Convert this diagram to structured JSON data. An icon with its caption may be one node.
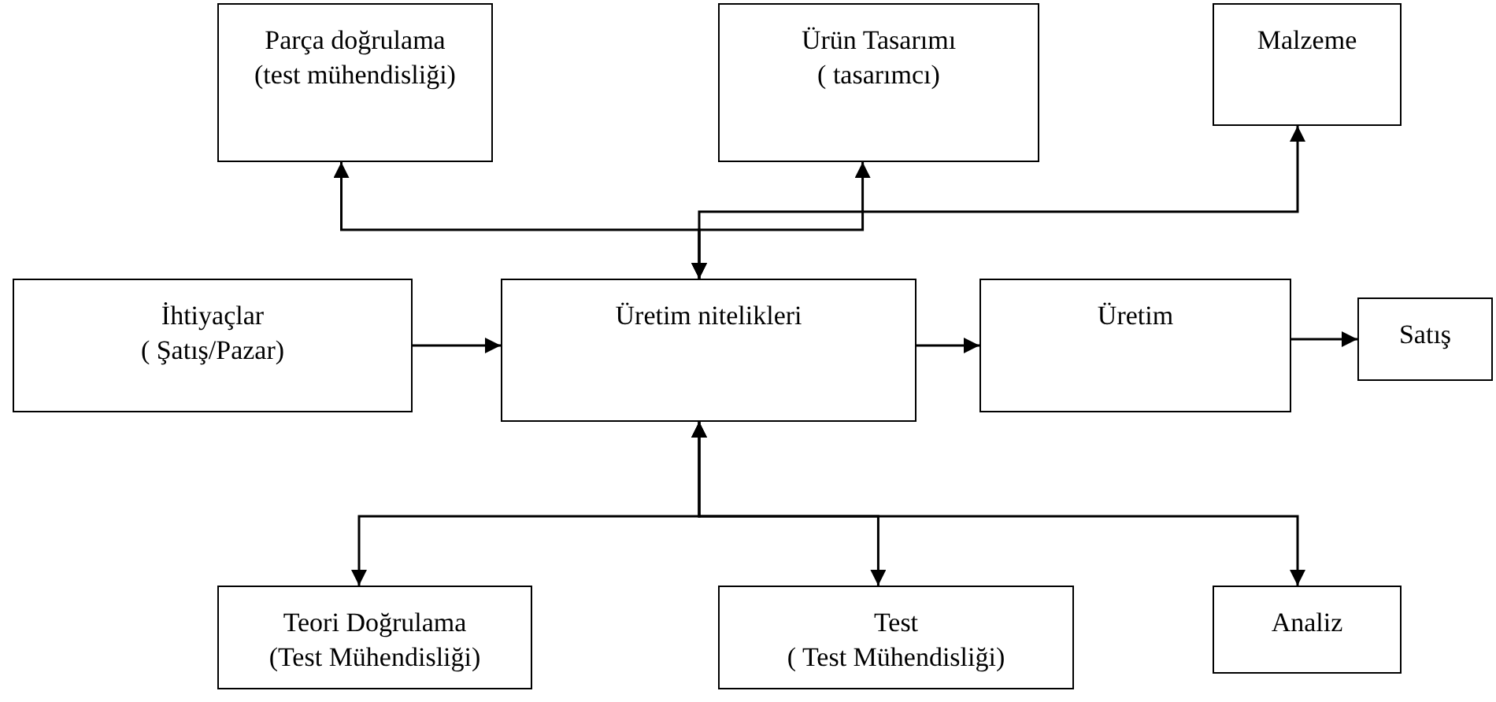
{
  "diagram": {
    "nodes": [
      {
        "text": [
          "Parça doğrulama",
          "(test mühendisliği)"
        ]
      },
      {
        "text": [
          "Ürün Tasarımı",
          "( tasarımcı)"
        ]
      },
      {
        "text": [
          "Malzeme"
        ]
      },
      {
        "text": [
          "İhtiyaçlar",
          "( Şatış/Pazar)"
        ]
      },
      {
        "text": [
          "Üretim nitelikleri"
        ]
      },
      {
        "text": [
          "Üretim"
        ]
      },
      {
        "text": [
          "Satış"
        ]
      },
      {
        "text": [
          "Teori Doğrulama",
          "(Test Mühendisliği)"
        ]
      },
      {
        "text": [
          "Test",
          "( Test Mühendisliği)"
        ]
      },
      {
        "text": [
          "Analiz"
        ]
      }
    ],
    "edges": [
      {
        "from": 4,
        "to": 0,
        "arrow": "both"
      },
      {
        "from": 4,
        "to": 1,
        "arrow": "both"
      },
      {
        "from": 4,
        "to": 2,
        "arrow": "both"
      },
      {
        "from": 3,
        "to": 4,
        "arrow": "to"
      },
      {
        "from": 4,
        "to": 5,
        "arrow": "to"
      },
      {
        "from": 5,
        "to": 6,
        "arrow": "to"
      },
      {
        "from": 4,
        "to": 7,
        "arrow": "both"
      },
      {
        "from": 4,
        "to": 8,
        "arrow": "both"
      },
      {
        "from": 4,
        "to": 9,
        "arrow": "both"
      }
    ]
  }
}
